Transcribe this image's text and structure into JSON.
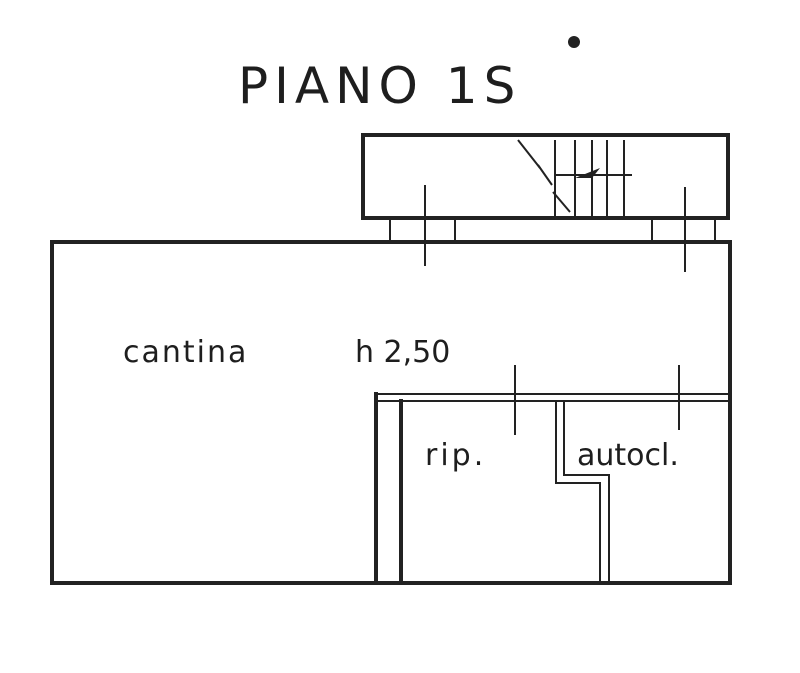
{
  "title": "PIANO 1S",
  "rooms": {
    "cantina": "cantina",
    "height": "h 2,50",
    "rip": "rip.",
    "autocl": "autocl."
  },
  "colors": {
    "ink": "#222222",
    "paper": "#ffffff"
  }
}
